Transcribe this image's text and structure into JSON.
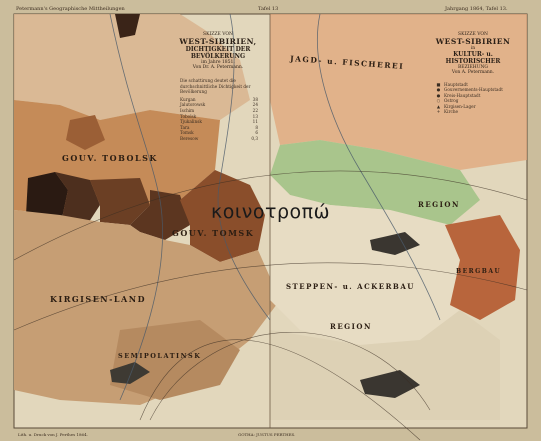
{
  "header": {
    "series": "Petermann's Geographische Mittheilungen",
    "plate": "Tafel 13",
    "year": "Jahrgang 1864, Tafel 13."
  },
  "left_map": {
    "title_line1": "SKIZZE VON",
    "title_line2": "WEST-SIBIRIEN,",
    "title_line3": "DICHTIGKEIT DER BEVÖLKERUNG",
    "title_line4": "im Jahre 1851.",
    "author": "Von Dr. A. Petermann.",
    "legend_intro": "Die schattirung deutet die durchschnittliche Dichtigkeit der Bevölkerung",
    "legend_rows": [
      {
        "label": "Kurgan",
        "value": "38"
      },
      {
        "label": "Jalutorowsk",
        "value": "24"
      },
      {
        "label": "Ischim",
        "value": "22"
      },
      {
        "label": "Tobolsk",
        "value": "13"
      },
      {
        "label": "Tjukalinsk",
        "value": "11"
      },
      {
        "label": "Tara",
        "value": "8"
      },
      {
        "label": "Tomsk",
        "value": "6"
      },
      {
        "label": "Beresow",
        "value": "0,3"
      }
    ]
  },
  "right_map": {
    "title_line1": "SKIZZE VON",
    "title_line2": "WEST-SIBIRIEN",
    "title_line3": "in",
    "title_line4": "KULTUR- u. HISTORISCHER",
    "title_line5": "BEZIEHUNG",
    "author": "Von A. Petermann.",
    "legend_rows": [
      {
        "sym": "■",
        "label": "Hauptstadt"
      },
      {
        "sym": "●",
        "label": "Gouvernements-Hauptstadt"
      },
      {
        "sym": "●",
        "label": "Kreis-Hauptstadt"
      },
      {
        "sym": "○",
        "label": "Ostrog"
      },
      {
        "sym": "▲",
        "label": "Kirgisen-Lager"
      },
      {
        "sym": "+",
        "label": "Kirche"
      }
    ]
  },
  "map_labels": {
    "tobolsk": "GOUV. TOBOLSK",
    "tomsk": "GOUV. TOMSK",
    "kirgisen": "KIRGISEN-LAND",
    "semipolatinsk": "SEMIPOLATINSK",
    "jagd_fischerei": "JAGD- u. FISCHEREI",
    "region": "REGION",
    "steppen_ackerbau": "STEPPEN- u. ACKERBAU",
    "region2": "REGION",
    "bergbau": "BERGBAU"
  },
  "overlay_text": "κοινοτροπώ",
  "footer": {
    "engraver": "Lith. u. Druck von J. Perthes 1864.",
    "publisher": "GOTHA: JUSTUS PERTHES."
  },
  "colors": {
    "paper": "#d9cdb0",
    "dense_population": "#3a2418",
    "medium_population": "#7a4a2c",
    "light_population": "#c69e74",
    "agriculture_green": "#a9c58c",
    "mining_orange": "#b8653c"
  }
}
